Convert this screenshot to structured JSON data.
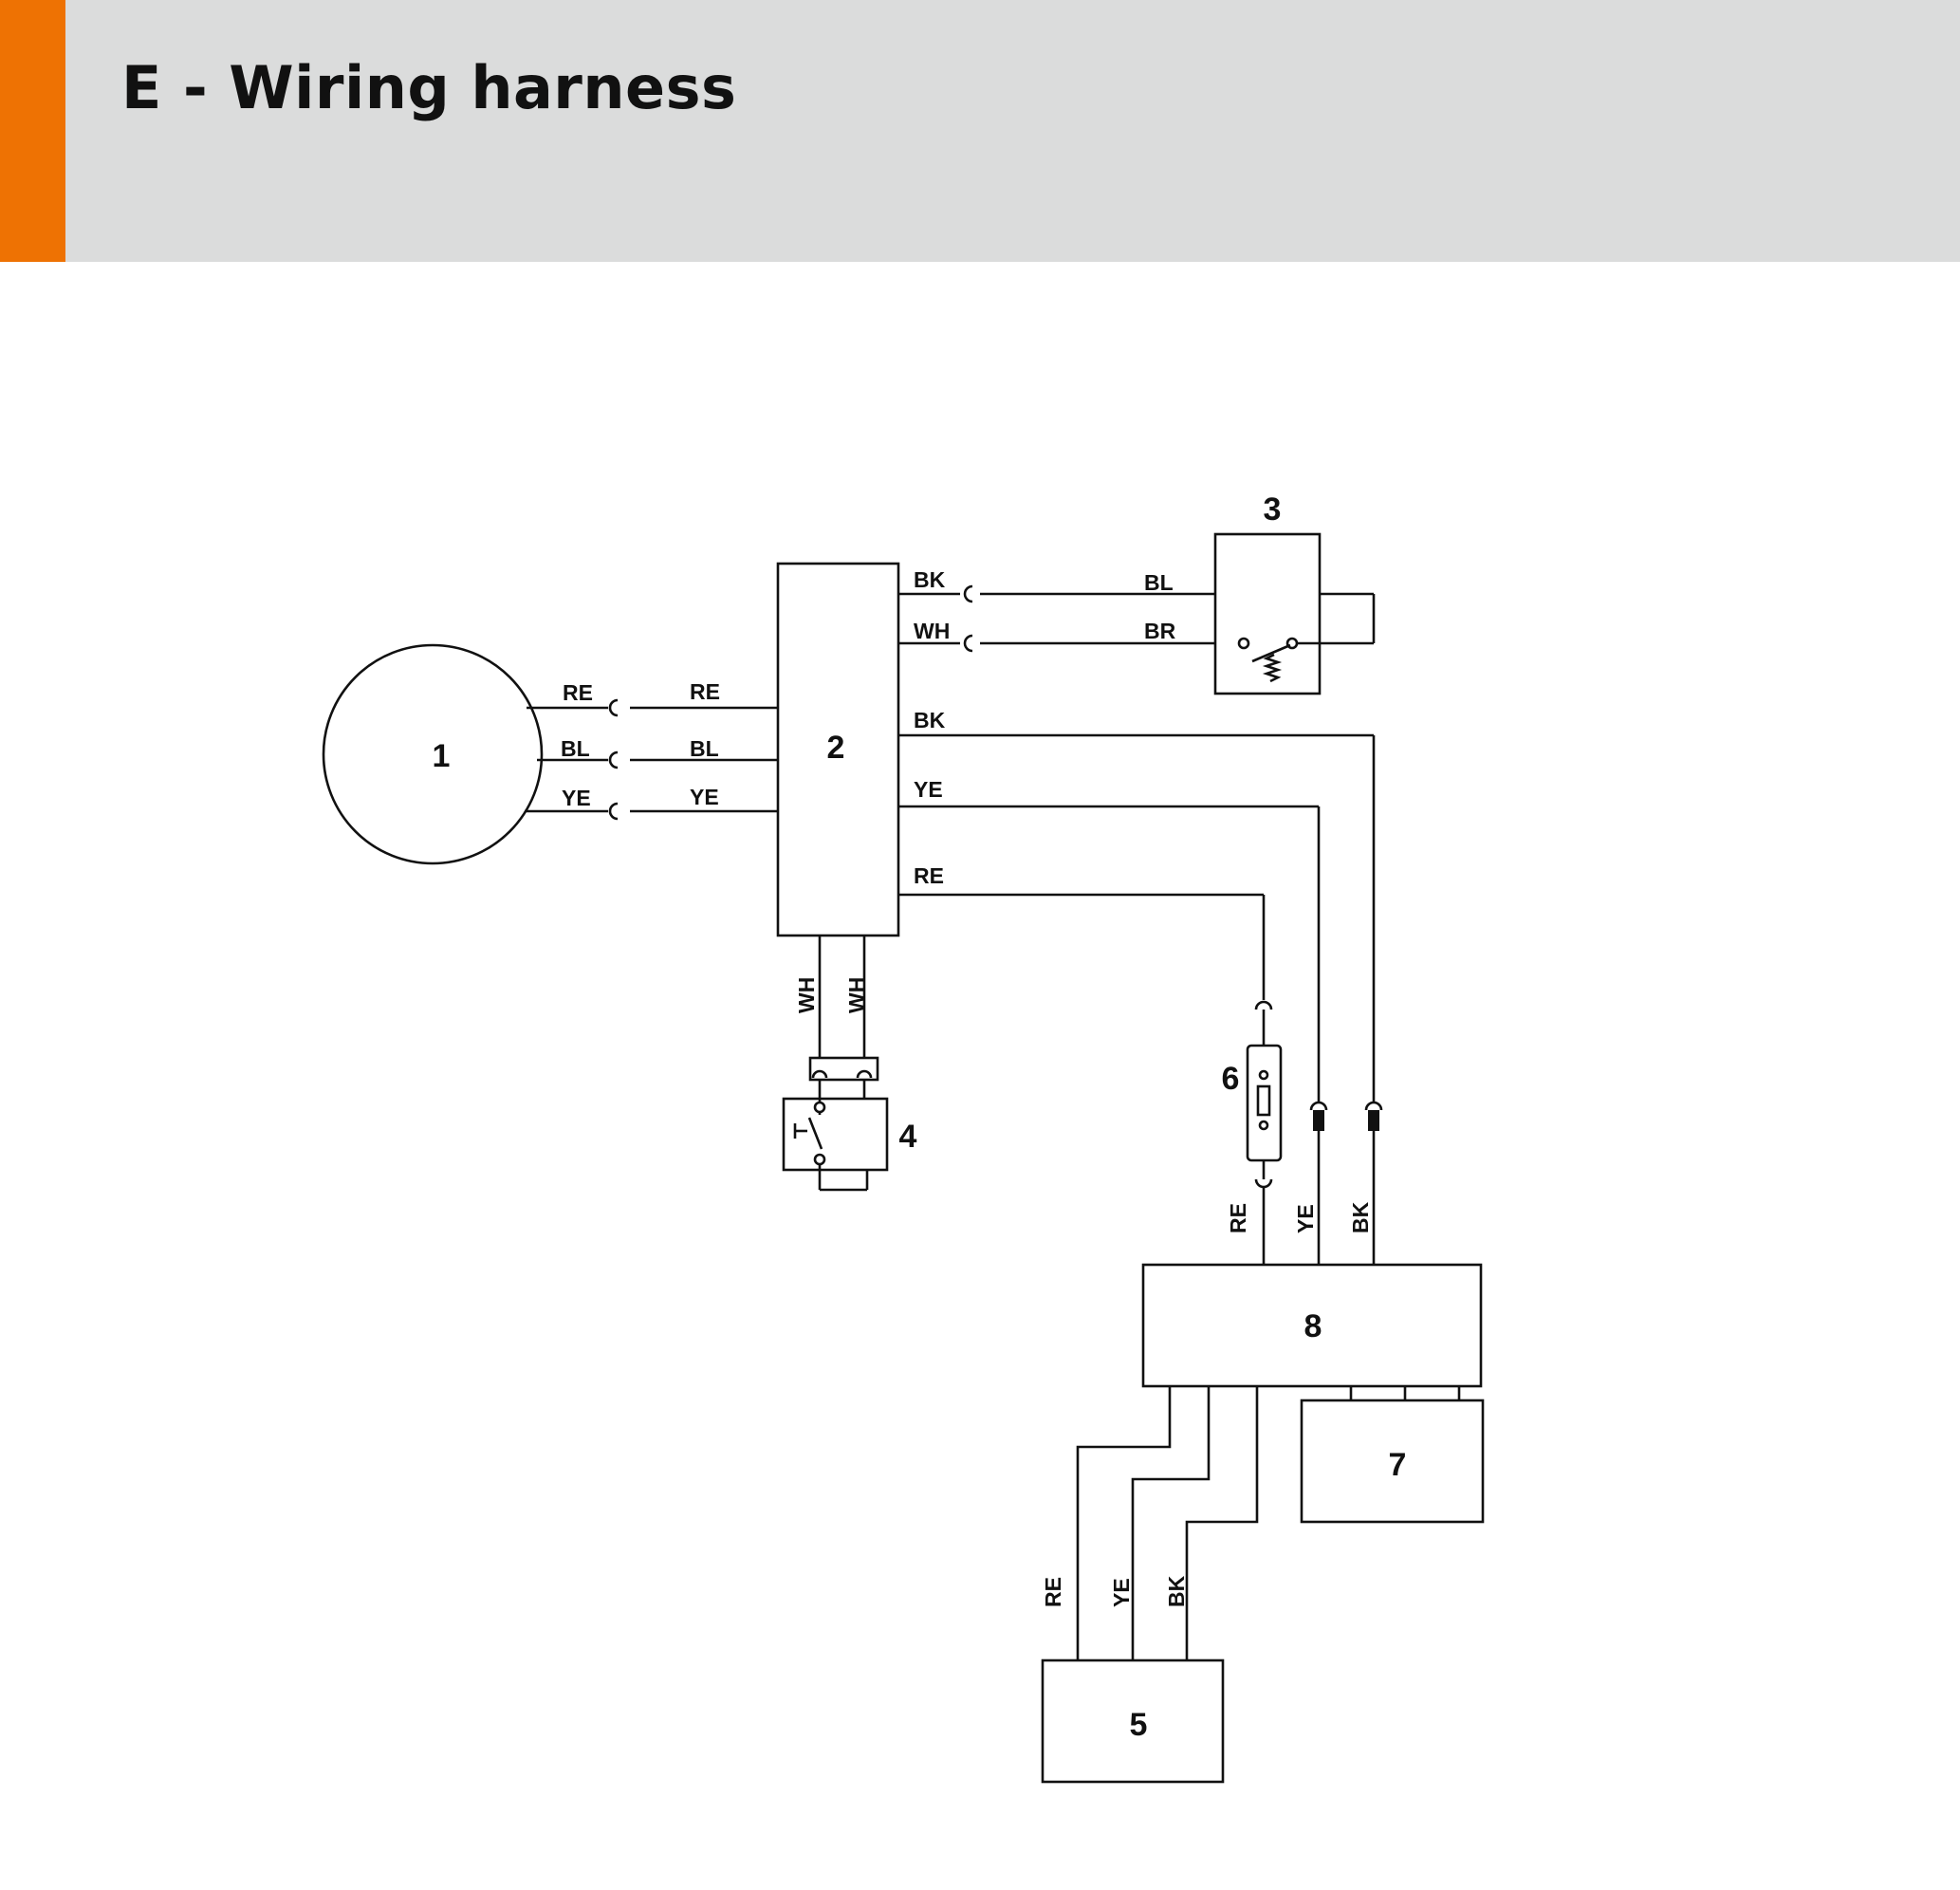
{
  "header": {
    "title": "E - Wiring harness",
    "accent_color": "#ee7203",
    "background_color": "#dbdcdc"
  },
  "components": {
    "c1": "1",
    "c2": "2",
    "c3": "3",
    "c4": "4",
    "c5": "5",
    "c6": "6",
    "c7": "7",
    "c8": "8"
  },
  "wires": {
    "c1_re": "RE",
    "c1_bl": "BL",
    "c1_ye": "YE",
    "c2_in_re": "RE",
    "c2_in_bl": "BL",
    "c2_in_ye": "YE",
    "c2_bk_top": "BK",
    "c2_wh": "WH",
    "c3_bl": "BL",
    "c3_br": "BR",
    "c2_bk": "BK",
    "c2_ye": "YE",
    "c2_re": "RE",
    "c4_wh1": "WH",
    "c4_wh2": "WH",
    "c8_re": "RE",
    "c8_ye": "YE",
    "c8_bk": "BK",
    "c5_re": "RE",
    "c5_ye": "YE",
    "c5_bk": "BK"
  }
}
